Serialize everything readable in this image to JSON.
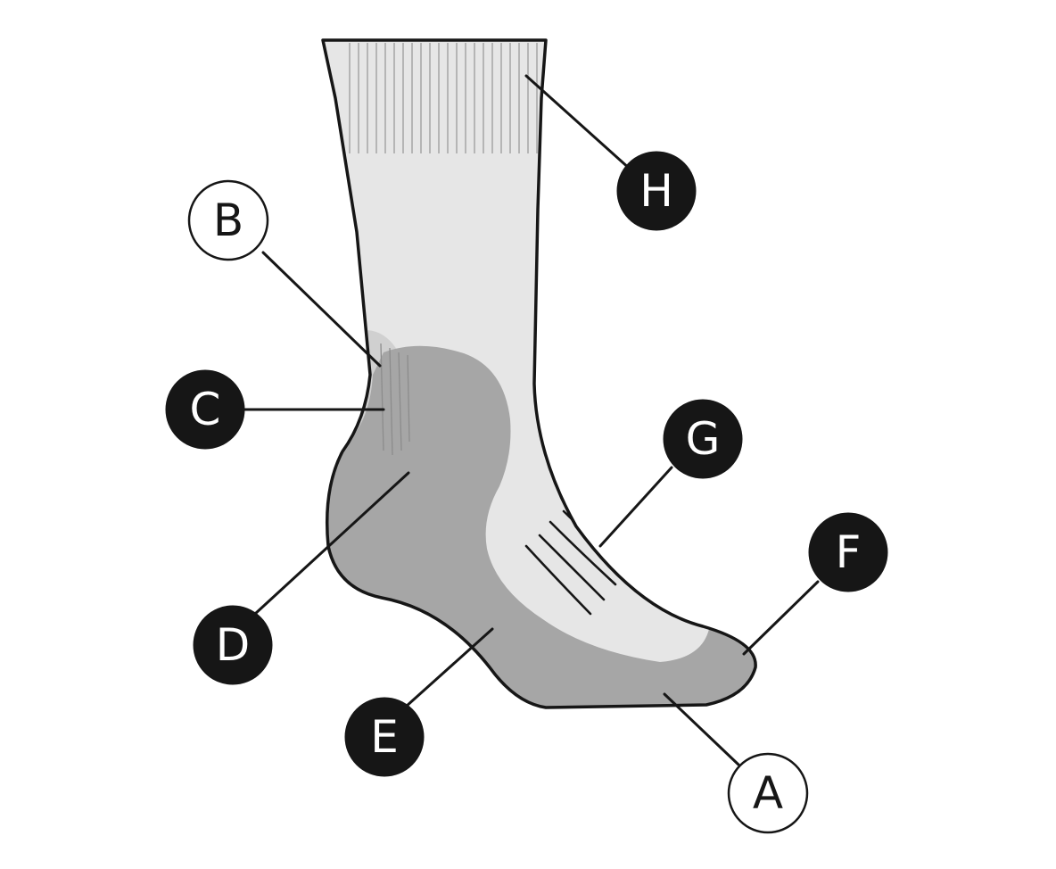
{
  "colors": {
    "outline": "#161616",
    "sock_light": "#e6e6e6",
    "sock_mid": "#d3d3d3",
    "sock_dark": "#a6a6a6",
    "filled_marker": "#161616",
    "outline_marker": "#ffffff"
  },
  "labels": [
    {
      "id": "A",
      "text": "A",
      "style": "outline"
    },
    {
      "id": "B",
      "text": "B",
      "style": "outline"
    },
    {
      "id": "C",
      "text": "C",
      "style": "filled"
    },
    {
      "id": "D",
      "text": "D",
      "style": "filled"
    },
    {
      "id": "E",
      "text": "E",
      "style": "filled"
    },
    {
      "id": "F",
      "text": "F",
      "style": "filled"
    },
    {
      "id": "G",
      "text": "G",
      "style": "filled"
    },
    {
      "id": "H",
      "text": "H",
      "style": "filled"
    }
  ]
}
